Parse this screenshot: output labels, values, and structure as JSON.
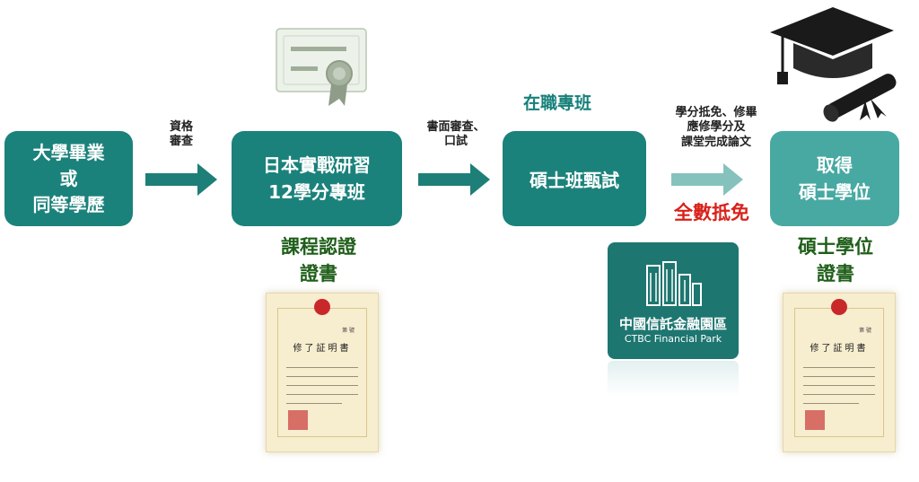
{
  "flow": {
    "box1": {
      "lines": [
        "大學畢業",
        "或",
        "同等學歷"
      ]
    },
    "arrow1_label": {
      "lines": [
        "資格",
        "審查"
      ]
    },
    "box2": {
      "lines": [
        "日本實戰研習",
        "12學分專班"
      ]
    },
    "arrow2_label": {
      "lines": [
        "書面審查、",
        "口試"
      ]
    },
    "box3_caption": "在職專班",
    "box3": {
      "lines": [
        "碩士班甄試"
      ]
    },
    "arrow3_label": {
      "lines": [
        "學分抵免、修畢",
        "應修學分及",
        "課堂完成論文"
      ]
    },
    "exemption_note": "全數抵免",
    "box4": {
      "lines": [
        "取得",
        "碩士學位"
      ]
    }
  },
  "certificates": {
    "course": {
      "lines": [
        "課程認證",
        "證書"
      ],
      "doc_title": "修了証明書",
      "doc_number": "第 號"
    },
    "degree": {
      "lines": [
        "碩士學位",
        "證書"
      ],
      "doc_title": "修了証明書",
      "doc_number": "第 號"
    }
  },
  "ctbc_logo": {
    "chinese": "中國信託金融園區",
    "english": "CTBC Financial Park"
  },
  "icons": [
    "certificate-icon",
    "graduation-cap-icon",
    "diploma-scroll-icon",
    "building-icon",
    "arrow-right-icon"
  ],
  "colors": {
    "box_dark": "#1b827b",
    "box_light": "#47a9a2",
    "arrow": "#1d7f78",
    "cert_label": "#1f5e19",
    "exempt": "#d8221a"
  }
}
